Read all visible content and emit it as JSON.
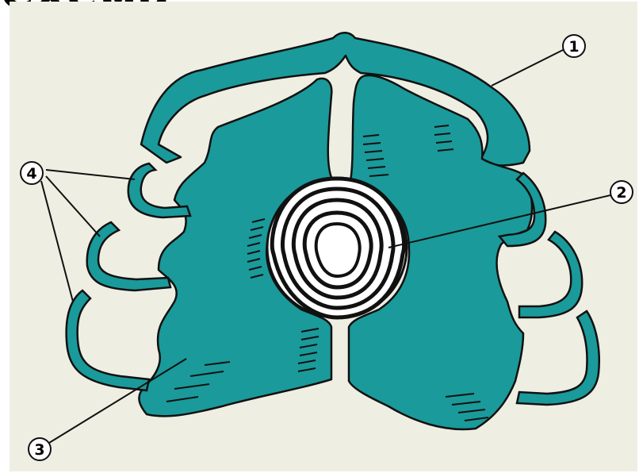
{
  "header": {
    "text": "Схема"
  },
  "colors": {
    "background": "#efeee3",
    "plate": "#1a9a9a",
    "outline": "#111111",
    "page": "#ffffff"
  },
  "icons": {
    "expansion_spring": "spiral-loop-spring-icon",
    "callout_marker": "circled-number-icon"
  },
  "callouts": [
    {
      "id": "1",
      "label": "1"
    },
    {
      "id": "2",
      "label": "2"
    },
    {
      "id": "3",
      "label": "3"
    },
    {
      "id": "4",
      "label": "4"
    }
  ]
}
